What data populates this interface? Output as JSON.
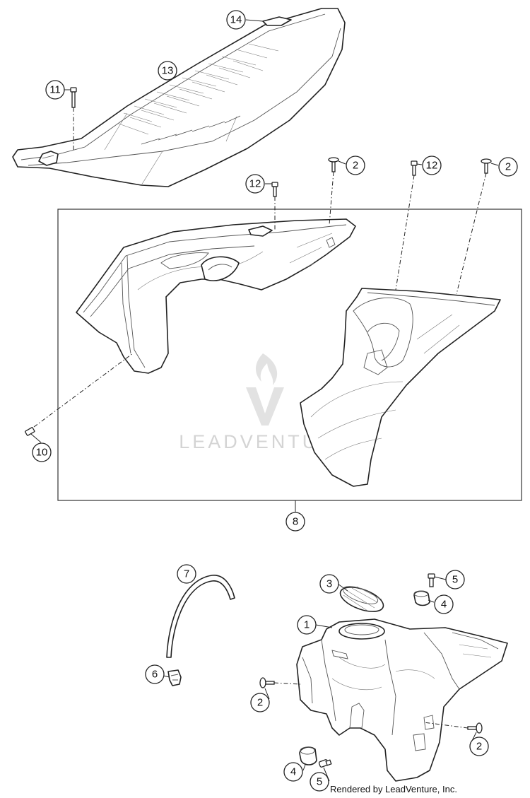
{
  "callouts": {
    "seat_screw_top_left": "11",
    "seat": "13",
    "seat_pad": "14",
    "screw_left_cover": "12",
    "rivet_left_cover": "2",
    "screw_right_cover": "12",
    "rivet_right_cover": "2",
    "screw_side": "10",
    "cover_set": "8",
    "fuel_hose": "7",
    "hose_clip": "6",
    "tank_cap": "3",
    "tank_screw_top": "5",
    "tank_bushing_top": "4",
    "fuel_tank": "1",
    "tank_rivet_left": "2",
    "tank_rivet_right": "2",
    "tank_bushing_bottom": "4",
    "tank_screw_bottom": "5"
  },
  "watermark": {
    "brand": "LEADVENTURE"
  },
  "credit": "Rendered by LeadVenture, Inc.",
  "colors": {
    "line": "#222222",
    "watermark": "#d4d4d4"
  }
}
